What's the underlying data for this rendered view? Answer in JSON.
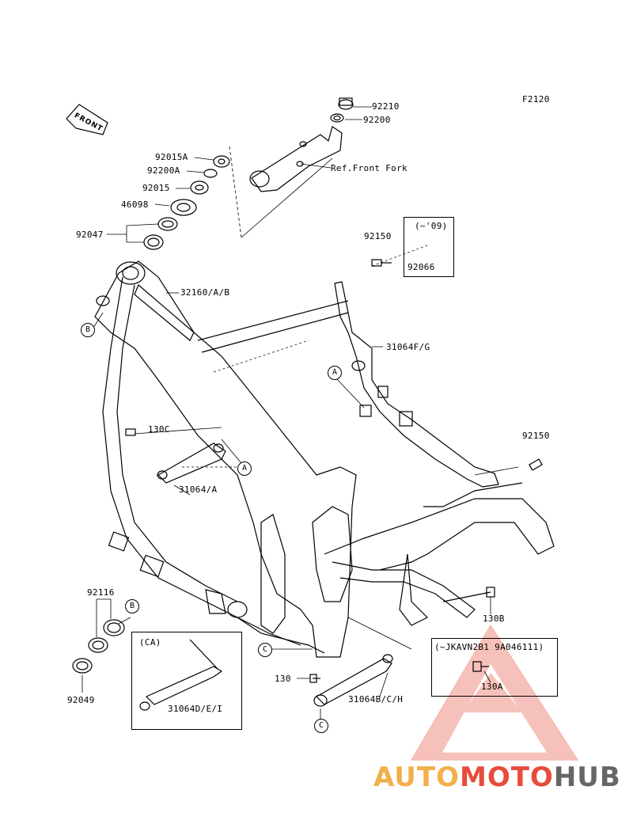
{
  "diagram_code": "F2120",
  "front_label": "FRONT",
  "parts": {
    "p92210": "92210",
    "p92200": "92200",
    "ref_front_fork": "Ref.Front Fork",
    "p92015A": "92015A",
    "p92200A": "92200A",
    "p92015": "92015",
    "p46098": "46098",
    "p92047": "92047",
    "p32160": "32160/A/B",
    "p92150_top": "92150",
    "p92066": "92066",
    "year_note": "(~'09)",
    "p31064FG": "31064F/G",
    "p92150_right": "92150",
    "p130C": "130C",
    "p31064A": "31064/A",
    "p92116": "92116",
    "p92049": "92049",
    "ca_note": "(CA)",
    "p31064DEI": "31064D/E/I",
    "p130": "130",
    "p31064BCH": "31064B/C/H",
    "p130B": "130B",
    "vin_note": "(~JKAVN2B1 9A046111)",
    "p130A": "130A"
  },
  "callouts": {
    "a1": "A",
    "a2": "A",
    "b1": "B",
    "b2": "B",
    "c1": "C",
    "c2": "C"
  },
  "watermark": {
    "part1": "AUTO",
    "part2": "MOTO",
    "part3": "HUB",
    "colors": {
      "auto": "#f2b04a",
      "moto": "#e74c3c",
      "hub": "#666666"
    }
  }
}
